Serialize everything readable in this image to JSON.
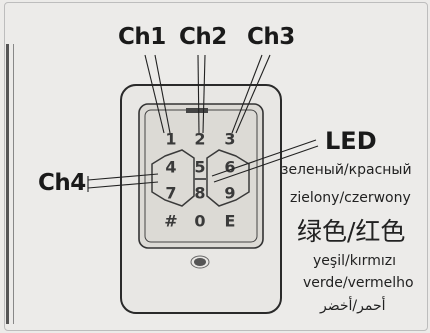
{
  "channels": {
    "ch1": "Ch1",
    "ch2": "Ch2",
    "ch3": "Ch3",
    "ch4": "Ch4"
  },
  "led": {
    "title": "LED",
    "translations": [
      "зеленый/красный",
      "zielony/czerwony",
      "绿色/红色",
      "yeşil/kırmızı",
      "verde/vermelho",
      "أحمر/أخضر"
    ]
  },
  "keypad": {
    "keys": [
      "1",
      "2",
      "3",
      "4",
      "5",
      "6",
      "7",
      "8",
      "9",
      "#",
      "0",
      "E"
    ]
  }
}
